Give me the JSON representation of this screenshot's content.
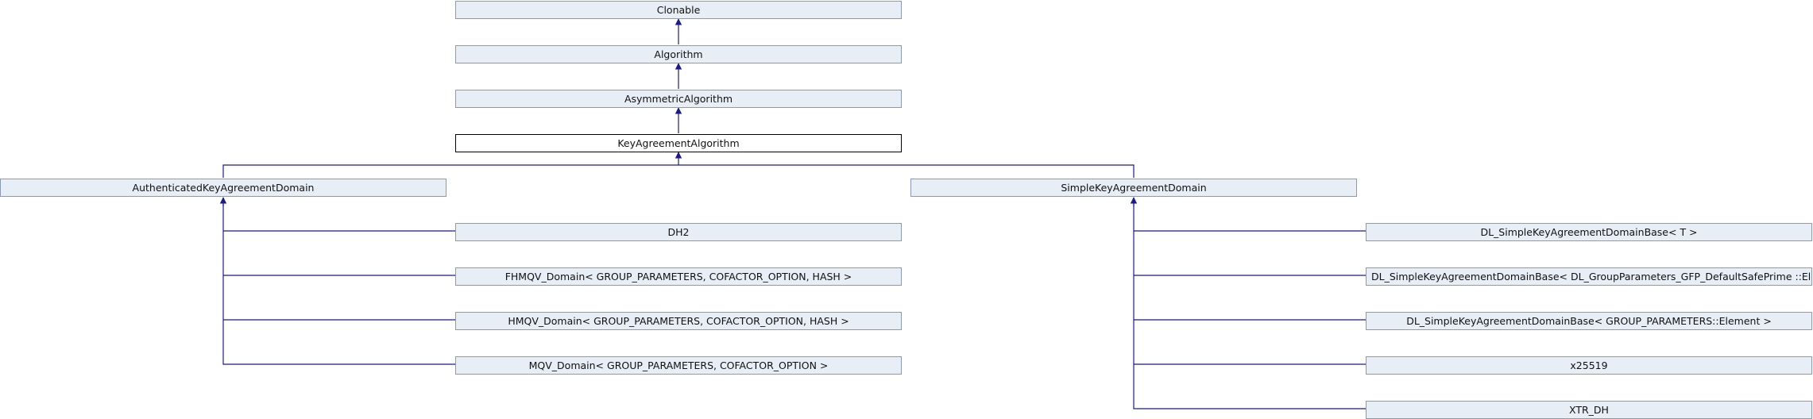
{
  "diagram": {
    "nodes": {
      "clonable": "Clonable",
      "algorithm": "Algorithm",
      "asymmetric_algorithm": "AsymmetricAlgorithm",
      "key_agreement_algorithm": "KeyAgreementAlgorithm",
      "authenticated_key_agreement_domain": "AuthenticatedKeyAgreementDomain",
      "simple_key_agreement_domain": "SimpleKeyAgreementDomain",
      "dh2": "DH2",
      "fhmqv_domain": "FHMQV_Domain< GROUP_PARAMETERS, COFACTOR_OPTION, HASH >",
      "hmqv_domain": "HMQV_Domain< GROUP_PARAMETERS, COFACTOR_OPTION, HASH >",
      "mqv_domain": "MQV_Domain< GROUP_PARAMETERS, COFACTOR_OPTION >",
      "dl_base_t": "DL_SimpleKeyAgreementDomainBase< T >",
      "dl_base_gfp": "DL_SimpleKeyAgreementDomainBase< DL_GroupParameters_GFP_DefaultSafePrime ::Element >",
      "dl_base_group": "DL_SimpleKeyAgreementDomainBase< GROUP_PARAMETERS::Element >",
      "x25519": "x25519",
      "xtr_dh": "XTR_DH"
    },
    "colors": {
      "edge": "#1a1a8a",
      "node_fill": "#e8eef6",
      "node_border": "#8a9ab5",
      "current_border": "#000000"
    }
  }
}
